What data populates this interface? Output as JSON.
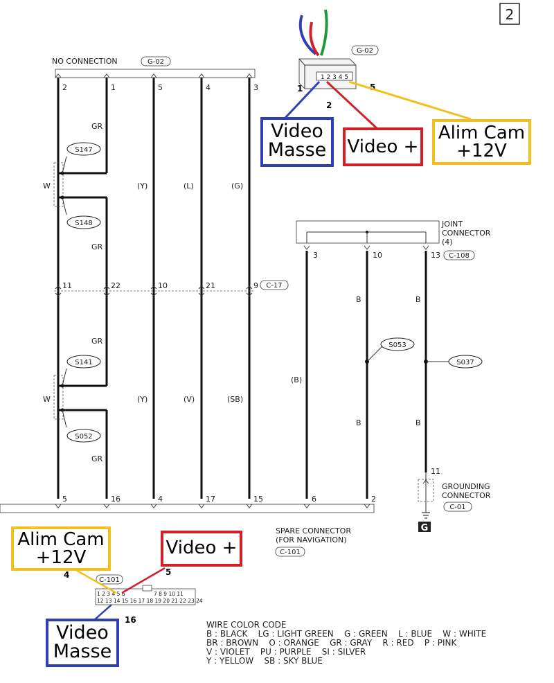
{
  "page_number": "2",
  "top_connector": {
    "label": "NO CONNECTION",
    "ref": "G-02",
    "pins": [
      "2",
      "1",
      "5",
      "4",
      "3"
    ]
  },
  "top_camera_connector": {
    "ref": "G-02",
    "pins_strip": "1 2 3 4 5",
    "pin_callouts": [
      "1",
      "2",
      "5"
    ]
  },
  "callouts": {
    "video_masse_top": [
      "Video",
      "Masse"
    ],
    "video_plus_top": "Video +",
    "alim_cam_top": [
      "Alim Cam",
      "+12V"
    ],
    "alim_cam_bottom": [
      "Alim Cam",
      "+12V"
    ],
    "video_plus_bottom": "Video +",
    "video_masse_bottom": [
      "Video",
      "Masse"
    ],
    "bottom_pin_4": "4",
    "bottom_pin_5": "5",
    "bottom_pin_16": "16"
  },
  "wire_colors": {
    "gr1": "GR",
    "gr2": "GR",
    "gr3": "GR",
    "gr4": "GR",
    "w1": "W",
    "w2": "W",
    "y1": "(Y)",
    "l1": "(L)",
    "g1": "(G)",
    "y2": "(Y)",
    "v1": "(V)",
    "sb1": "(SB)",
    "b_paren": "(B)",
    "b1": "B",
    "b2": "B",
    "b3": "B",
    "b4": "B"
  },
  "splices": [
    "S147",
    "S148",
    "S141",
    "S052",
    "S053",
    "S037"
  ],
  "mid_connector": {
    "ref": "C-17",
    "pins": [
      "11",
      "22",
      "10",
      "21",
      "9"
    ]
  },
  "joint_connector": {
    "label": [
      "JOINT",
      "CONNECTOR",
      "(4)"
    ],
    "ref": "C-108",
    "pins": [
      "3",
      "10",
      "13"
    ]
  },
  "grounding_connector": {
    "label": [
      "GROUNDING",
      "CONNECTOR"
    ],
    "ref": "C-01",
    "pin": "11",
    "ground_symbol": "G"
  },
  "spare_connector": {
    "label": [
      "SPARE CONNECTOR",
      "(FOR NAVIGATION)"
    ],
    "ref": "C-101",
    "pins": [
      "5",
      "16",
      "4",
      "17",
      "15",
      "6",
      "2"
    ]
  },
  "small_connector": {
    "ref": "C-101",
    "row1": [
      "1",
      "2",
      "3",
      "4",
      "5",
      "6",
      "",
      "7",
      "8",
      "9",
      "10",
      "11"
    ],
    "row2": [
      "12",
      "13",
      "14",
      "15",
      "16",
      "17",
      "18",
      "19",
      "20",
      "21",
      "22",
      "23",
      "24"
    ]
  },
  "wire_color_code": {
    "title": "WIRE COLOR CODE",
    "lines": [
      "B : BLACK    LG : LIGHT GREEN    G : GREEN    L : BLUE    W : WHITE",
      "BR : BROWN    O : ORANGE    GR : GRAY    R : RED    P : PINK",
      "V : VIOLET    PU : PURPLE    SI : SILVER",
      "Y : YELLOW    SB : SKY BLUE"
    ]
  },
  "colors": {
    "blue": "#2f3fb8",
    "red": "#d0202a",
    "yellow": "#f0c020",
    "green": "#1f9a3a"
  }
}
